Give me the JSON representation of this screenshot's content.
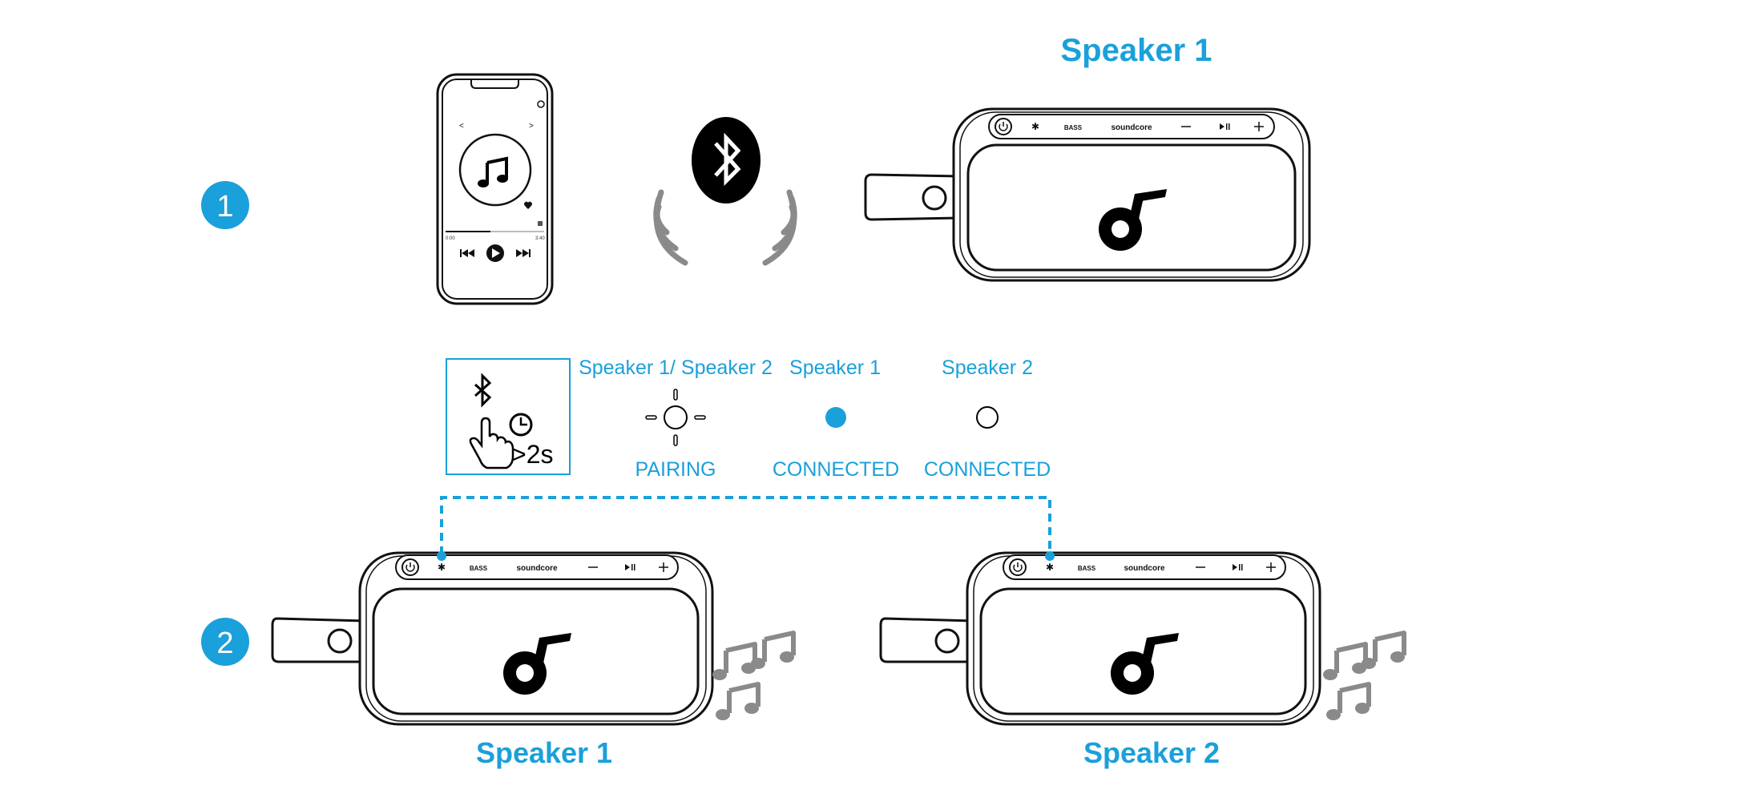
{
  "colors": {
    "accent": "#1aa0da",
    "line": "#111111",
    "gray": "#8a8a8a",
    "black": "#000000"
  },
  "steps": {
    "step1": "1",
    "step2": "2"
  },
  "speaker_top": {
    "title": "Speaker 1",
    "brand": "soundcore",
    "bass_label": "BASS"
  },
  "phone": {
    "time_start": "0:00",
    "time_end": "3:40",
    "prev_arrow": "<",
    "next_arrow": ">"
  },
  "button_tip": {
    "hold_time": ">2s"
  },
  "indicators": [
    {
      "heading": "Speaker 1/ Speaker 2",
      "state": "PAIRING",
      "led": "blinking"
    },
    {
      "heading": "Speaker 1",
      "state": "CONNECTED",
      "led": "solid-blue"
    },
    {
      "heading": "Speaker 2",
      "state": "CONNECTED",
      "led": "off"
    }
  ],
  "bottom_speakers": [
    {
      "name": "Speaker 1",
      "brand": "soundcore",
      "bass_label": "BASS"
    },
    {
      "name": "Speaker 2",
      "brand": "soundcore",
      "bass_label": "BASS"
    }
  ]
}
